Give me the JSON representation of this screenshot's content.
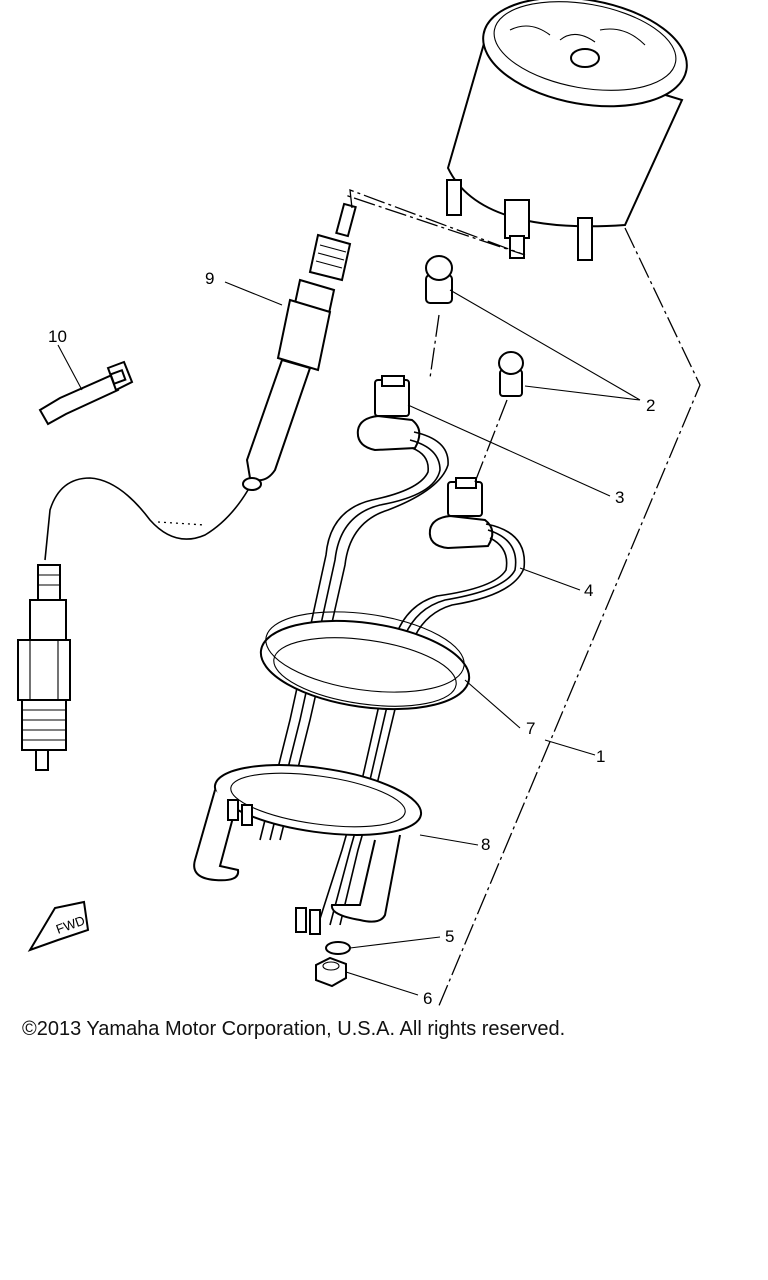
{
  "diagram": {
    "callouts": [
      "1",
      "2",
      "3",
      "4",
      "5",
      "6",
      "7",
      "8",
      "9",
      "10"
    ],
    "fwd_label": "FWD"
  },
  "footer": {
    "copyright": "©2013 Yamaha Motor Corporation, U.S.A. All rights reserved."
  }
}
